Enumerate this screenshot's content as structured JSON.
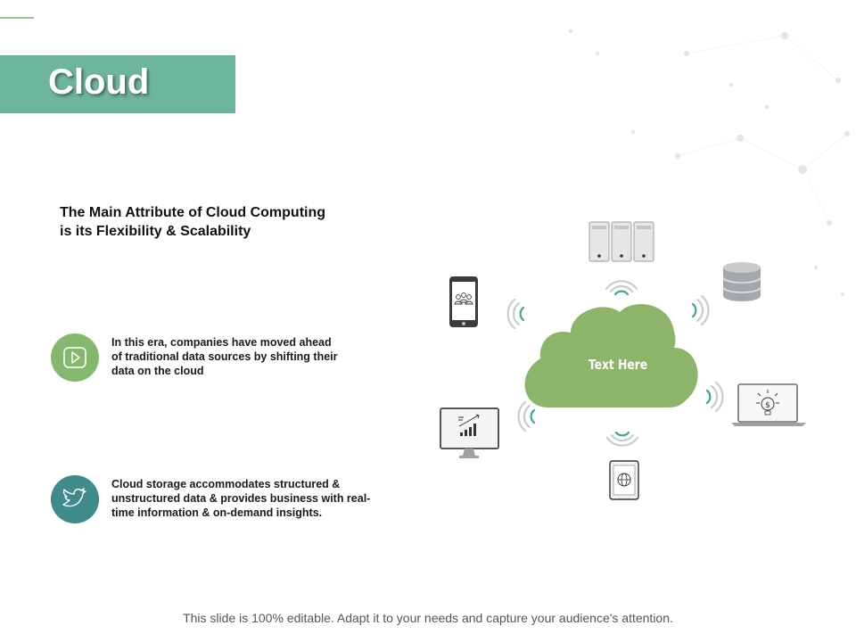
{
  "header": {
    "title": "Cloud"
  },
  "headline": {
    "line1": "The Main Attribute of Cloud Computing",
    "line2": "is its Flexibility & Scalability"
  },
  "points": [
    {
      "icon": "play-icon",
      "lines": [
        "In this  era, companies have moved ahead",
        "of traditional data sources  by shifting  their",
        "data on the cloud"
      ]
    },
    {
      "icon": "twitter-bird-icon",
      "lines": [
        "Cloud storage accommodates structured  &",
        "unstructured  data & provides business  with real-",
        "time information & on-demand insights."
      ]
    }
  ],
  "diagram": {
    "cloud_label": "Text Here",
    "devices": [
      "servers-icon",
      "database-icon",
      "laptop-dollar-icon",
      "tablet-globe-icon",
      "monitor-chart-icon",
      "smartphone-users-icon"
    ]
  },
  "colors": {
    "title_bar": "#6db59b",
    "cloud": "#8db56a",
    "circle_green": "#84b86c",
    "circle_teal": "#3f8a8a",
    "signal": "#3fa58a"
  },
  "footer": {
    "text": "This slide is 100% editable. Adapt it to your needs and capture your audience's attention."
  }
}
